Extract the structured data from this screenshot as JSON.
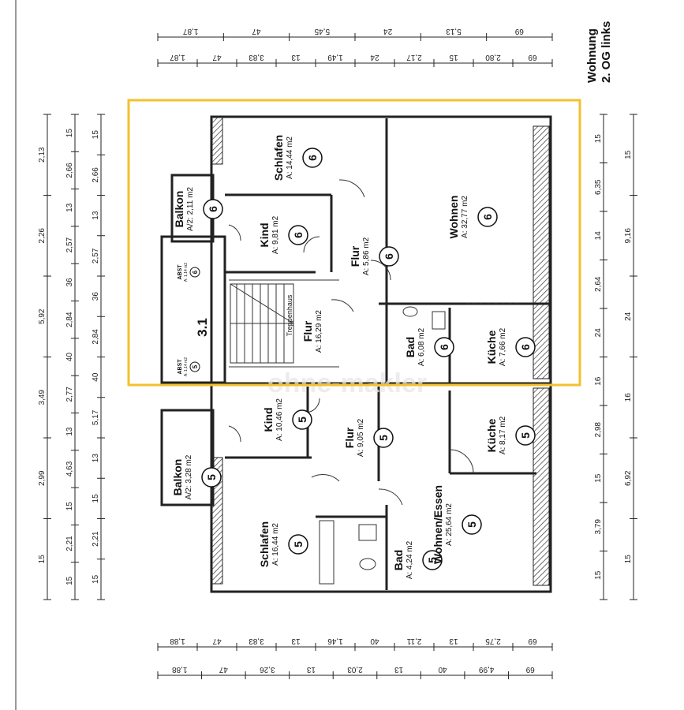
{
  "title": {
    "line1": "Wohnung",
    "line2": "2. OG links"
  },
  "staircase": {
    "label": "3.1",
    "mark": "Treppenhaus"
  },
  "watermark": "ohne-makler",
  "rooms": [
    {
      "id": "schlafen6",
      "name": "Schlafen",
      "area": "A: 14,44 m2",
      "num": "6"
    },
    {
      "id": "wohnen6",
      "name": "Wohnen",
      "area": "A: 32,77 m2",
      "num": "6"
    },
    {
      "id": "kind6",
      "name": "Kind",
      "area": "A: 9,81 m2",
      "num": "6"
    },
    {
      "id": "flur6",
      "name": "Flur",
      "area": "A: 5,86 m2",
      "num": "6"
    },
    {
      "id": "balkon6",
      "name": "Balkon",
      "area": "A/2: 2,11 m2",
      "num": "6"
    },
    {
      "id": "flur31",
      "name": "Flur",
      "area": "A: 16,29 m2",
      "num": ""
    },
    {
      "id": "bad6",
      "name": "Bad",
      "area": "A: 6,08 m2",
      "num": "6"
    },
    {
      "id": "kueche6",
      "name": "Küche",
      "area": "A: 7,66 m2",
      "num": "6"
    },
    {
      "id": "kind5",
      "name": "Kind",
      "area": "A: 10,46 m2",
      "num": "5"
    },
    {
      "id": "flur5",
      "name": "Flur",
      "area": "A: 9,05 m2",
      "num": "5"
    },
    {
      "id": "kueche5",
      "name": "Küche",
      "area": "A: 8,17 m2",
      "num": "5"
    },
    {
      "id": "balkon5",
      "name": "Balkon",
      "area": "A/2: 3,28 m2",
      "num": "5"
    },
    {
      "id": "schlafen5",
      "name": "Schlafen",
      "area": "A: 16,44 m2",
      "num": "5"
    },
    {
      "id": "bad5",
      "name": "Bad",
      "area": "A: 4,24 m2",
      "num": "5"
    },
    {
      "id": "wohnen5",
      "name": "Wohnen/Essen",
      "area": "A: 25,64 m2",
      "num": "5"
    }
  ],
  "abst": [
    {
      "name": "ABST",
      "area": "A: 1,14 m2",
      "num": "6"
    },
    {
      "name": "ABST",
      "area": "A: 1,14 m2",
      "num": "5"
    }
  ],
  "dims": {
    "top1": [
      "1,87",
      "47",
      "5,45",
      "24",
      "5,13",
      "69"
    ],
    "top2": [
      "1,87",
      "47",
      "3,83",
      "13",
      "1,49",
      "24",
      "2,17",
      "15",
      "2,80",
      "69"
    ],
    "bottom1": [
      "1,88",
      "47",
      "3,83",
      "13",
      "1,46",
      "40",
      "2,11",
      "13",
      "2,75",
      "69"
    ],
    "bottom2": [
      "1,88",
      "47",
      "3,26",
      "13",
      "2,03",
      "13",
      "40",
      "4,99",
      "69"
    ],
    "left1": [
      "2,13",
      "2,26",
      "5,92",
      "3,49",
      "2,99",
      "15"
    ],
    "left2": [
      "15",
      "2,66",
      "13",
      "2,57",
      "36",
      "2,84",
      "40",
      "2,77",
      "13",
      "4,63",
      "15",
      "2,21",
      "15"
    ],
    "left3": [
      "15",
      "2,66",
      "13",
      "2,57",
      "36",
      "2,84",
      "40",
      "5,17",
      "13",
      "15",
      "2,21",
      "15"
    ],
    "right1": [
      "15",
      "6,35",
      "14",
      "2,64",
      "24",
      "16",
      "2,98",
      "15",
      "3,79",
      "15"
    ],
    "right2": [
      "15",
      "9,16",
      "24",
      "16",
      "6,92",
      "15"
    ]
  },
  "colors": {
    "highlight": "#F2C12E",
    "wall": "#222222"
  }
}
